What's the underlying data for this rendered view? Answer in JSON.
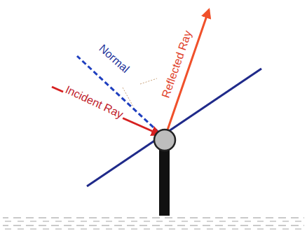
{
  "diagram": {
    "labels": [
      "Normal",
      "Incident Ray",
      "Reflected Ray"
    ]
  }
}
